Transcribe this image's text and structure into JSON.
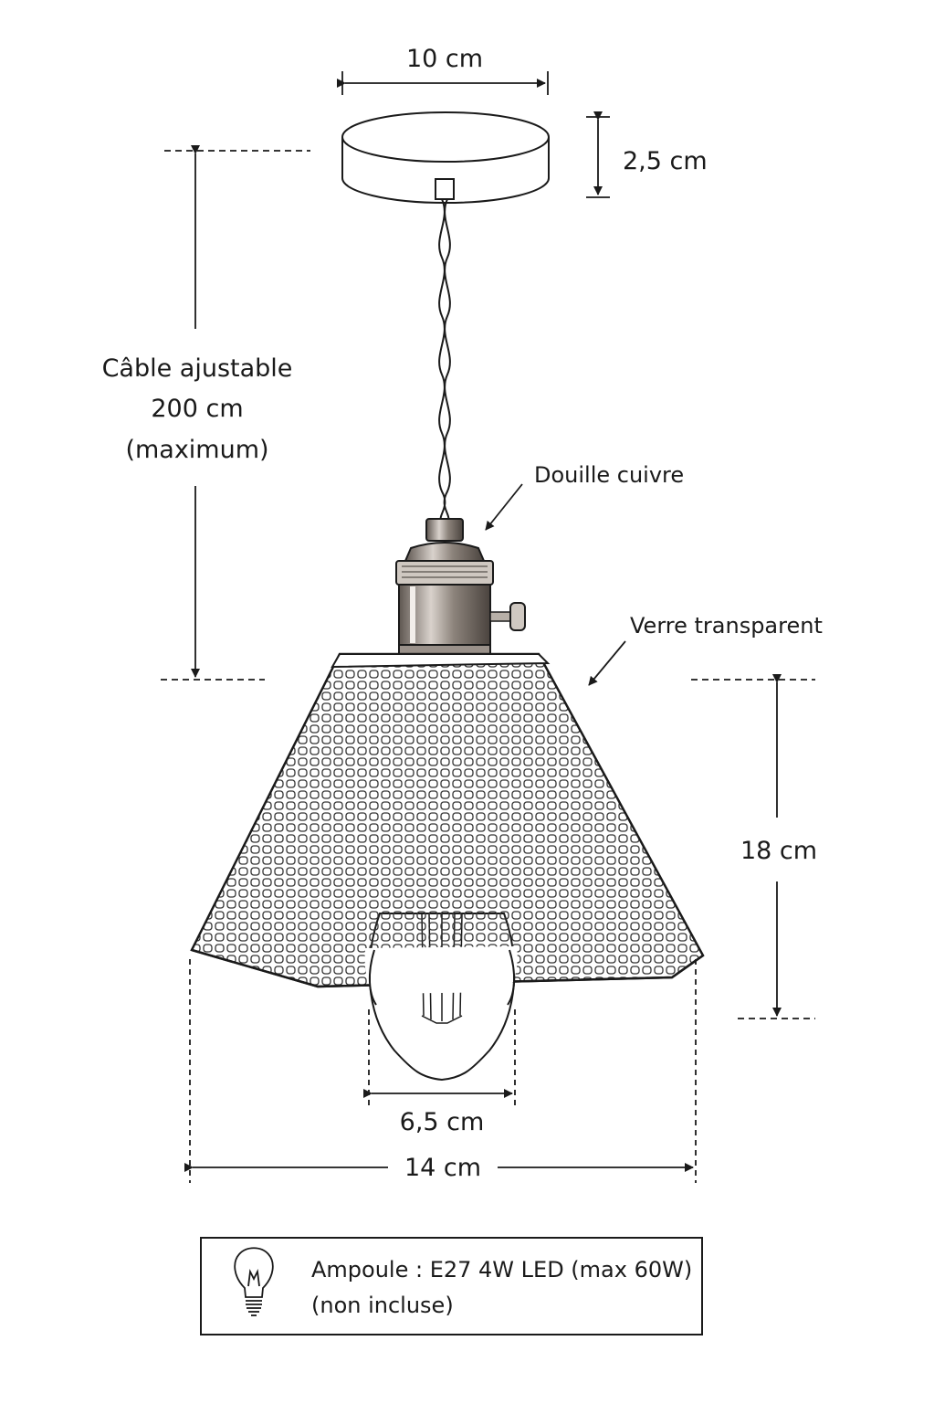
{
  "dimensions": {
    "canopy_width": "10 cm",
    "canopy_height": "2,5 cm",
    "cable_line1": "Câble ajustable",
    "cable_line2": "200 cm",
    "cable_line3": "(maximum)",
    "shade_height": "18 cm",
    "bulb_width": "6,5 cm",
    "shade_width": "14 cm"
  },
  "callouts": {
    "socket": "Douille cuivre",
    "glass": "Verre transparent"
  },
  "bulb_note": {
    "line1": "Ampoule : E27 4W LED (max 60W)",
    "line2": "(non incluse)",
    "icon": "light-bulb-icon"
  },
  "colors": {
    "line": "#1a1a1a",
    "socket": "#8a8078"
  }
}
